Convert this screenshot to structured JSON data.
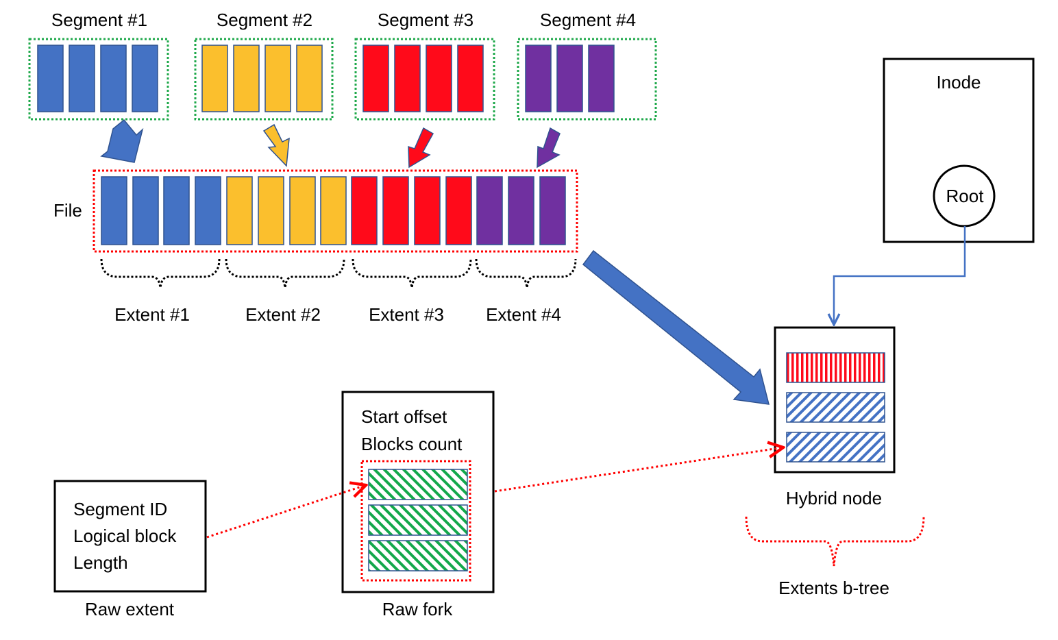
{
  "colors": {
    "blue": "#4472C4",
    "yellow": "#FBBF2D",
    "red": "#FF0A1A",
    "purple": "#7030A0",
    "green": "#13A84B",
    "dotted_green": "#1EA84A",
    "dotted_red": "#FF0000",
    "line": "#000000"
  },
  "segments": [
    {
      "label": "Segment #1",
      "color": "blue",
      "blocks": 4
    },
    {
      "label": "Segment #2",
      "color": "yellow",
      "blocks": 4
    },
    {
      "label": "Segment #3",
      "color": "red",
      "blocks": 4
    },
    {
      "label": "Segment #4",
      "color": "purple",
      "blocks": 3
    }
  ],
  "file": {
    "label": "File"
  },
  "extents": [
    {
      "label": "Extent #1"
    },
    {
      "label": "Extent #2"
    },
    {
      "label": "Extent #3"
    },
    {
      "label": "Extent #4"
    }
  ],
  "inode": {
    "title": "Inode",
    "root": "Root"
  },
  "hybrid_node": {
    "label": "Hybrid node"
  },
  "extents_btree": {
    "label": "Extents b-tree"
  },
  "raw_fork": {
    "line1": "Start offset",
    "line2": "Blocks count",
    "caption": "Raw fork"
  },
  "raw_extent": {
    "line1": "Segment ID",
    "line2": "Logical block",
    "line3": "Length",
    "caption": "Raw extent"
  }
}
